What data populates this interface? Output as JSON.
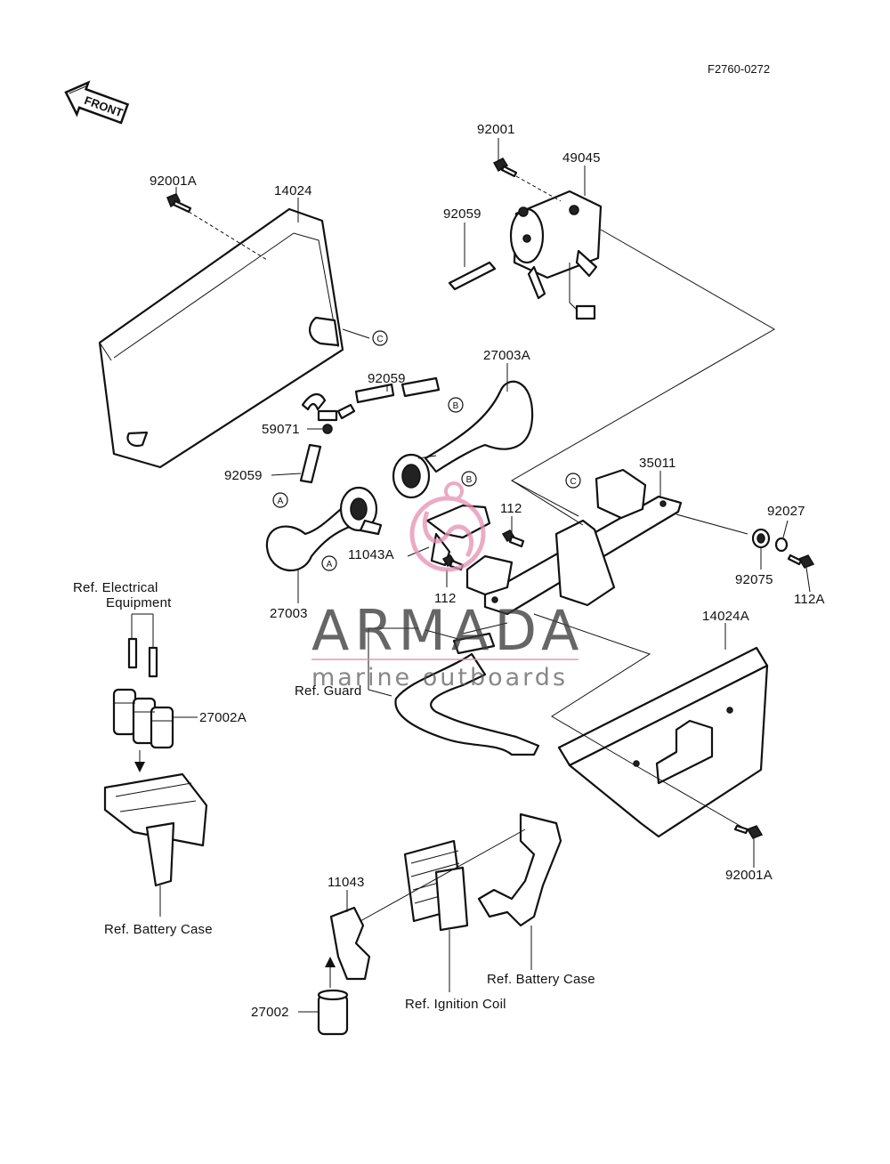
{
  "diagram_code": "F2760-0272",
  "front_label": "FRONT",
  "callouts": {
    "c_92001_top": "92001",
    "c_49045": "49045",
    "c_92059_top": "92059",
    "c_92001A_top": "92001A",
    "c_14024": "14024",
    "c_27003A": "27003A",
    "c_92059_mid": "92059",
    "c_59071": "59071",
    "c_92059_left": "92059",
    "c_35011": "35011",
    "c_112_right": "112",
    "c_11043A": "11043A",
    "c_112_below": "112",
    "c_27003": "27003",
    "c_92027": "92027",
    "c_92075": "92075",
    "c_112A": "112A",
    "c_ref_elec_1": "Ref. Electrical",
    "c_ref_elec_2": "Equipment",
    "c_27002A": "27002A",
    "c_14024A": "14024A",
    "c_ref_guard": "Ref. Guard",
    "c_ref_battery_left": "Ref. Battery Case",
    "c_11043": "11043",
    "c_92001A_bottom": "92001A",
    "c_27002": "27002",
    "c_ref_ignition": "Ref. Ignition Coil",
    "c_ref_battery_right": "Ref. Battery Case"
  },
  "reference_marks": {
    "m_C_top": "C",
    "m_B_hose": "B",
    "m_B_horn": "B",
    "m_A_hose": "A",
    "m_A_horn": "A",
    "m_C_bracket": "C"
  },
  "watermark": {
    "title": "ARMADA",
    "subtitle": "marine outboards",
    "logo_color": "#e58fb2"
  }
}
